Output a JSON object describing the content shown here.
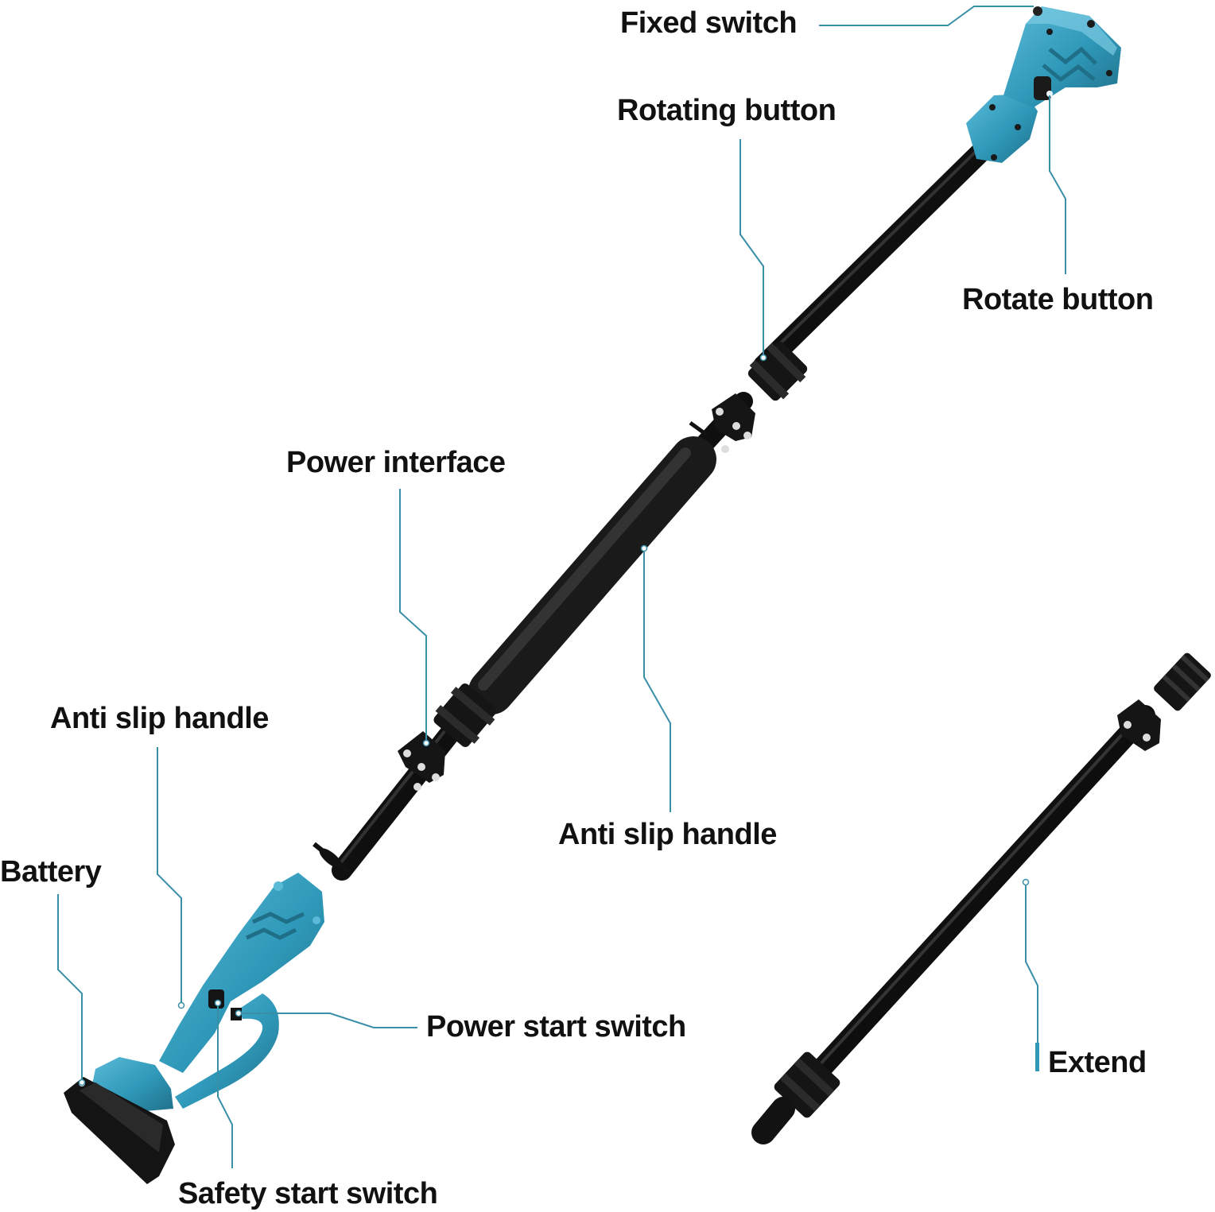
{
  "colors": {
    "tool_blue": "#2f98b8",
    "tool_blue_light": "#5bbad8",
    "tool_blue_dark": "#1f6f88",
    "black": "#121212",
    "grip": "#2a2a2a",
    "leader": "#3a8fa8"
  },
  "labels": {
    "fixed_switch": "Fixed switch",
    "rotating_button": "Rotating button",
    "rotate_button": "Rotate button",
    "power_interface": "Power interface",
    "anti_slip_handle_left": "Anti slip handle",
    "anti_slip_handle_center": "Anti slip handle",
    "battery": "Battery",
    "power_start_switch": "Power start switch",
    "safety_start_switch": "Safety start switch",
    "extend": "Extend"
  }
}
